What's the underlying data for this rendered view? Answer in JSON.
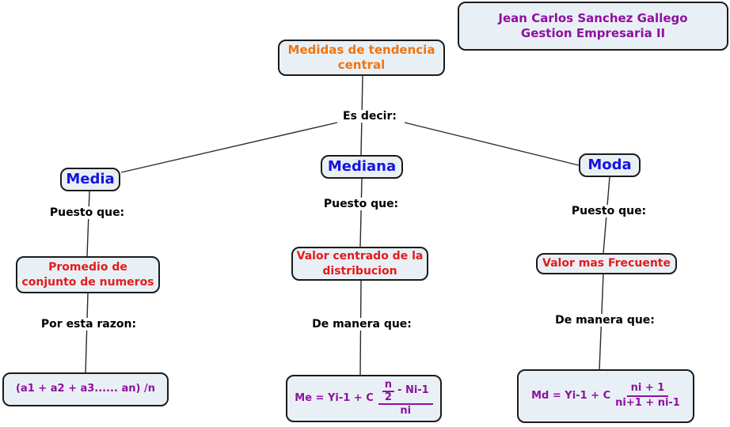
{
  "title_box": {
    "line1": "Medidas de tendencia",
    "line2": "central"
  },
  "author_box": {
    "line1": "Jean Carlos Sanchez Gallego",
    "line2": "Gestion Empresaria II"
  },
  "labels": {
    "es_decir": "Es decir:",
    "puesto_que": "Puesto que:",
    "por_esta_razon": "Por esta razon:",
    "de_manera_que": "De manera que:"
  },
  "branches": {
    "media": {
      "title": "Media",
      "definition_line1": "Promedio de",
      "definition_line2": "conjunto de numeros",
      "formula": "(a1 + a2 + a3...... an) /n"
    },
    "mediana": {
      "title": "Mediana",
      "definition_line1": "Valor centrado de la",
      "definition_line2": "distribucion",
      "formula": {
        "prefix": "Me = Yi-1 + C",
        "num_top": "n",
        "num_bottom": "2",
        "num_rest": "- Ni-1",
        "den": "ni"
      }
    },
    "moda": {
      "title": "Moda",
      "definition": "Valor mas Frecuente",
      "formula": {
        "prefix": "Md = Yi-1 + C",
        "num": "ni + 1",
        "den": "ni+1 + ni-1"
      }
    }
  },
  "colors": {
    "orange": "#ee7512",
    "purple": "#8e119e",
    "blue": "#1414e0",
    "red": "#e31b1b",
    "node_fill": "#e9f0f5",
    "node_border": "#1b1b1b",
    "line": "#2b2b2b",
    "background": "#ffffff"
  }
}
